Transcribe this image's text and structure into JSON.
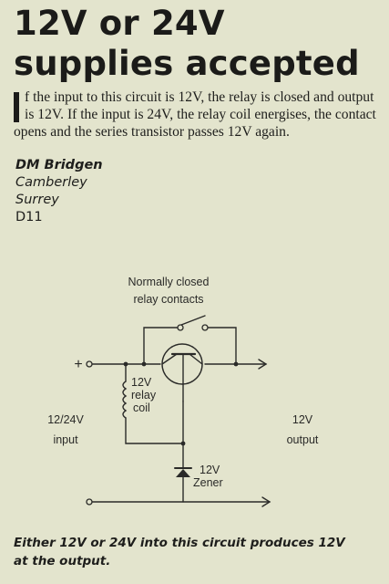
{
  "article": {
    "title_line1": "12V or 24V",
    "title_line2": "supplies accepted",
    "body": "f the input to this circuit is 12V, the relay is closed and output is 12V. If the input is 24V, the relay coil energises, the contact opens and the series transistor passes 12V again.",
    "author": {
      "name": "DM Bridgen",
      "town": "Camberley",
      "county": "Surrey",
      "ref": "D11"
    },
    "caption_line1": "Either 12V or 24V into this circuit produces 12V",
    "caption_line2": "at the output."
  },
  "diagram": {
    "contacts_label_line1": "Normally closed",
    "contacts_label_line2": "relay contacts",
    "plus_label": "+",
    "coil_label_line1": "12V",
    "coil_label_line2": "relay",
    "coil_label_line3": "coil",
    "input_label_line1": "12/24V",
    "input_label_line2": "input",
    "output_label_line1": "12V",
    "output_label_line2": "output",
    "zener_label_line1": "12V",
    "zener_label_line2": "Zener"
  }
}
